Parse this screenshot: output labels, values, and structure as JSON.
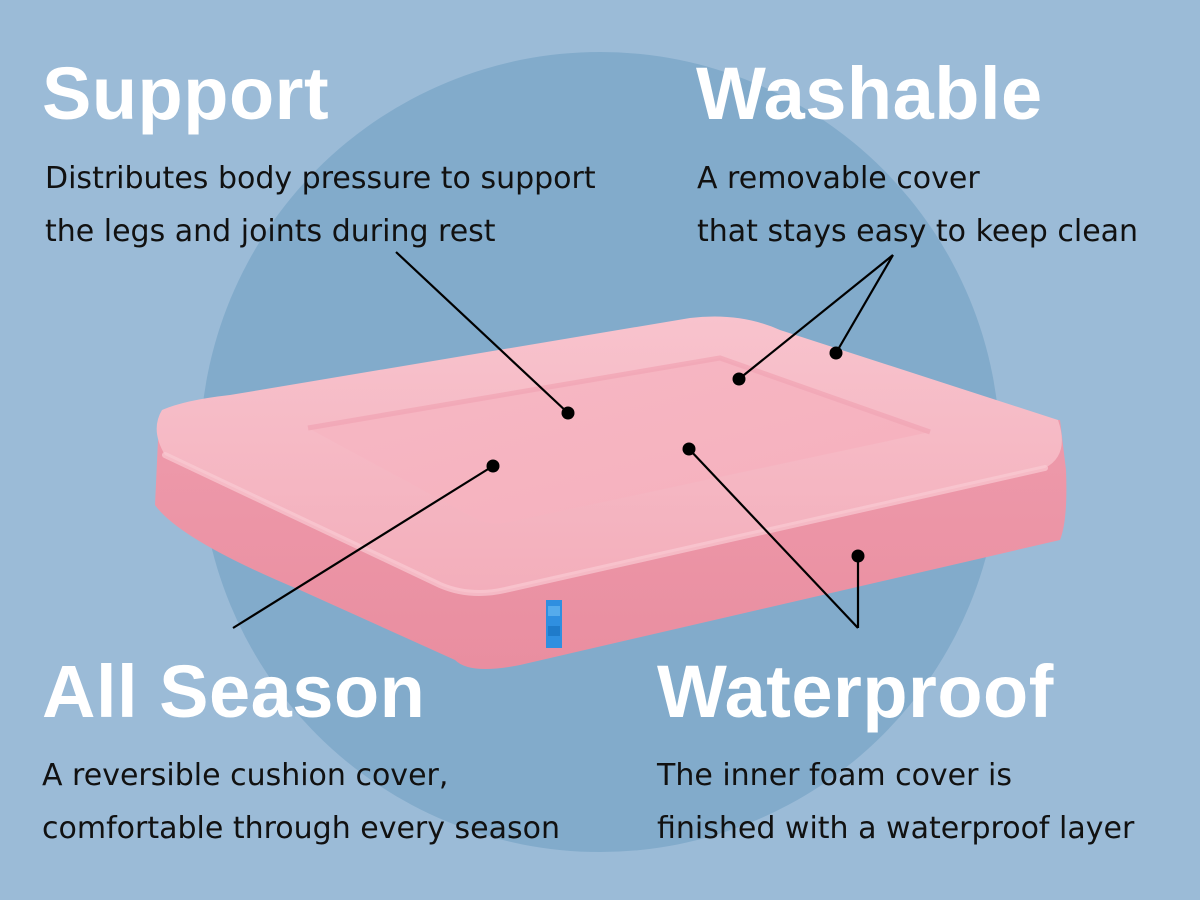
{
  "colors": {
    "background": "#9bbbd7",
    "circle": "#82abcb",
    "heading_text": "#ffffff",
    "body_text": "#111111",
    "bed_pink": "#f2a4b4",
    "bed_pink_light": "#f7bcc7",
    "bed_pink_dark": "#e68ea1",
    "tag_blue": "#2f8fe0",
    "callout": "#000000"
  },
  "features": {
    "support": {
      "title": "Support",
      "lines": [
        "Distributes body pressure to support",
        "the legs and joints during rest"
      ]
    },
    "washable": {
      "title": "Washable",
      "lines": [
        "A removable cover",
        "that stays easy to keep clean"
      ]
    },
    "all_season": {
      "title": "All Season",
      "lines": [
        "A reversible cushion cover,",
        "comfortable through every season"
      ]
    },
    "waterproof": {
      "title": "Waterproof",
      "lines": [
        "The inner foam cover is",
        "finished with a waterproof layer"
      ]
    }
  },
  "illustration": {
    "subject": "pink rectangular pet bed with raised bolster edges",
    "icon": "pet-bed-illustration"
  }
}
